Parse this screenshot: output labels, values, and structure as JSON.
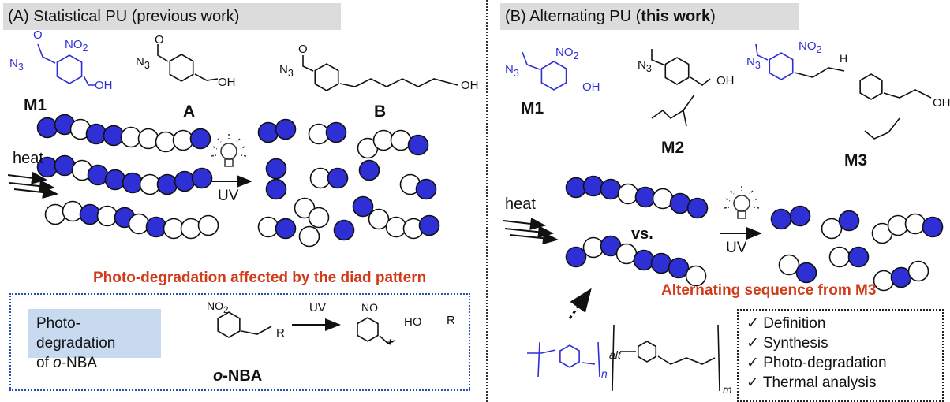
{
  "panel_a": {
    "title_prefix": "(A) Statistical PU (previous work)",
    "labels": {
      "m1": "M1",
      "a": "A",
      "b": "B"
    },
    "chem": {
      "n3": "N",
      "n3_sub": "3",
      "no2": "NO",
      "no2_sub": "2",
      "oh": "OH",
      "o": "O"
    },
    "heat": "heat",
    "uv": "UV",
    "caption": "Photo-degradation affected by the diad pattern",
    "nba_label_line1": "Photo-degradation",
    "nba_label_line2_prefix": "of ",
    "nba_label_line2_italic": "o",
    "nba_label_line2_suffix": "-NBA",
    "nba_uv": "UV",
    "nba_no": "NO",
    "nba_r": "R",
    "nba_ho": "HO",
    "nba_plus": "+",
    "nba_name_italic": "o",
    "nba_name_suffix": "-NBA"
  },
  "panel_b": {
    "title_prefix": "(B) Alternating PU (",
    "title_bold": "this work",
    "title_suffix": ")",
    "labels": {
      "m1": "M1",
      "m2": "M2",
      "m3": "M3"
    },
    "heat": "heat",
    "vs": "vs.",
    "uv": "UV",
    "caption": "Alternating sequence from M3",
    "alt": "alt",
    "n": "n",
    "m": "m",
    "h": "H",
    "checklist": [
      "✓ Definition",
      "✓ Synthesis",
      "✓ Photo-degradation",
      "✓ Thermal analysis"
    ]
  },
  "colors": {
    "blue": "#2f2fd6",
    "red": "#d23b1a",
    "header_bg": "#dcdcdc",
    "box_blue": "#2a4fb3",
    "label_bg": "#c8daf0"
  },
  "icons": [
    "lightbulb-icon",
    "arrow-icon"
  ]
}
